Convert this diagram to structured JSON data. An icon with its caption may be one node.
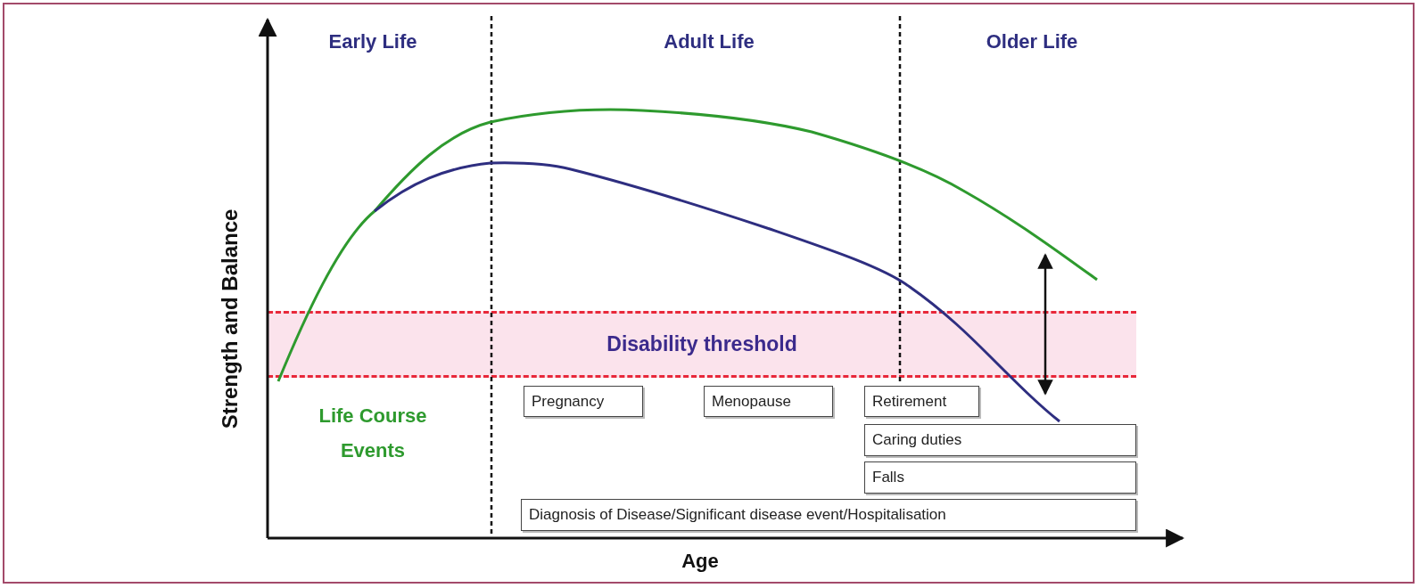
{
  "diagram": {
    "nodes": [
      {
        "text": [
          "Disability threshold"
        ]
      },
      {
        "text": [
          "Pregnancy"
        ]
      },
      {
        "text": [
          "Menopause"
        ]
      },
      {
        "text": [
          "Retirement"
        ]
      },
      {
        "text": [
          "Caring duties"
        ]
      },
      {
        "text": [
          "Falls"
        ]
      },
      {
        "text": [
          "Diagnosis of Disease/Significant disease event/Hospitalisation"
        ]
      }
    ],
    "labels": [
      "Early Life",
      "Adult Life",
      "Older Life",
      "Strength and Balance",
      "Life Course Events",
      "Age"
    ]
  }
}
